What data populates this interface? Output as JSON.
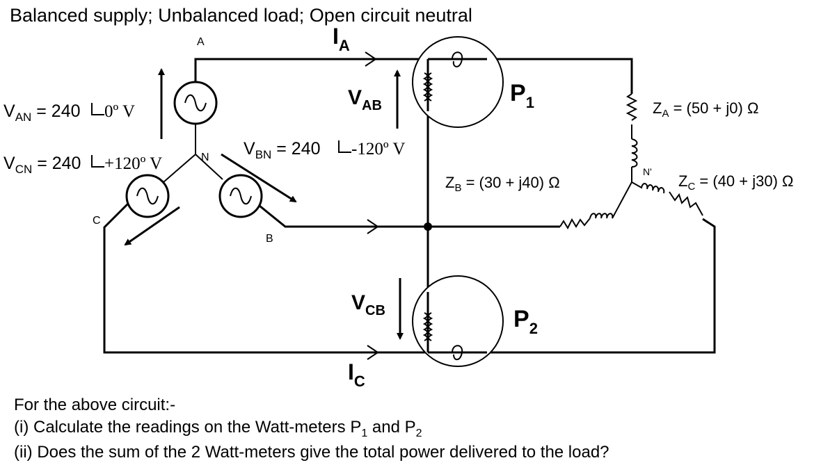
{
  "title": "Balanced supply; Unbalanced load; Open circuit neutral",
  "nodes": {
    "a": "A",
    "b": "B",
    "c": "C",
    "n": "N",
    "n_prime": "N'"
  },
  "currents": {
    "ia": {
      "main": "I",
      "sub": "A"
    },
    "ic": {
      "main": "I",
      "sub": "C"
    }
  },
  "voltages": {
    "van": {
      "main": "V",
      "sub": "AN",
      "eq": " = 240",
      "angle": " 0º  V"
    },
    "vcn": {
      "main": "V",
      "sub": "CN",
      "eq": " = 240",
      "angle": " +120º  V"
    },
    "vbn": {
      "main": "V",
      "sub": "BN",
      "eq": " = 240",
      "angle": "  -120º  V"
    },
    "vab": {
      "main": "V",
      "sub": "AB"
    },
    "vcb": {
      "main": "V",
      "sub": "CB"
    }
  },
  "wattmeters": {
    "p1": {
      "main": "P",
      "sub": "1"
    },
    "p2": {
      "main": "P",
      "sub": "2"
    }
  },
  "impedances": {
    "za": {
      "main": "Z",
      "sub": "A",
      "value": " = (50 + j0) Ω"
    },
    "zb": {
      "main": "Z",
      "sub": "B",
      "value": " = (30 + j40) Ω"
    },
    "zc": {
      "main": "Z",
      "sub": "C",
      "value": " = (40 + j30) Ω"
    }
  },
  "question": {
    "intro": "For the above circuit:-",
    "q1": {
      "text": "(i)  Calculate the readings on the Watt-meters P",
      "s1": "1",
      "mid": " and P",
      "s2": "2"
    },
    "q2": "(ii) Does the sum of the 2 Watt-meters give the total power delivered to the load?"
  }
}
